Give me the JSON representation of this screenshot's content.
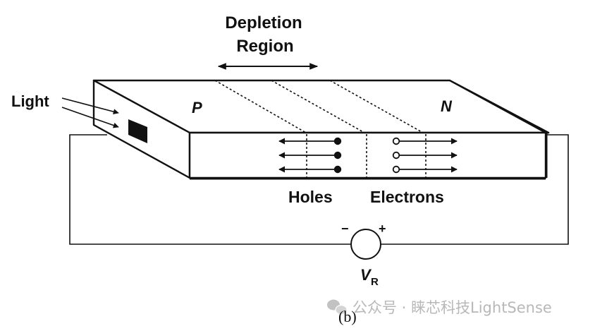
{
  "labels": {
    "depletion_line1": "Depletion",
    "depletion_line2": "Region",
    "light": "Light",
    "p": "P",
    "n": "N",
    "holes": "Holes",
    "electrons": "Electrons",
    "vr_main": "V",
    "vr_sub": "R",
    "minus": "−",
    "plus": "+",
    "caption": "(b)"
  },
  "watermark": {
    "text": "公众号 · 睐芯科技LightSense",
    "icon": "wechat-icon"
  },
  "colors": {
    "ink": "#111111",
    "paper": "#ffffff",
    "watermark": "#b8b8b8"
  }
}
